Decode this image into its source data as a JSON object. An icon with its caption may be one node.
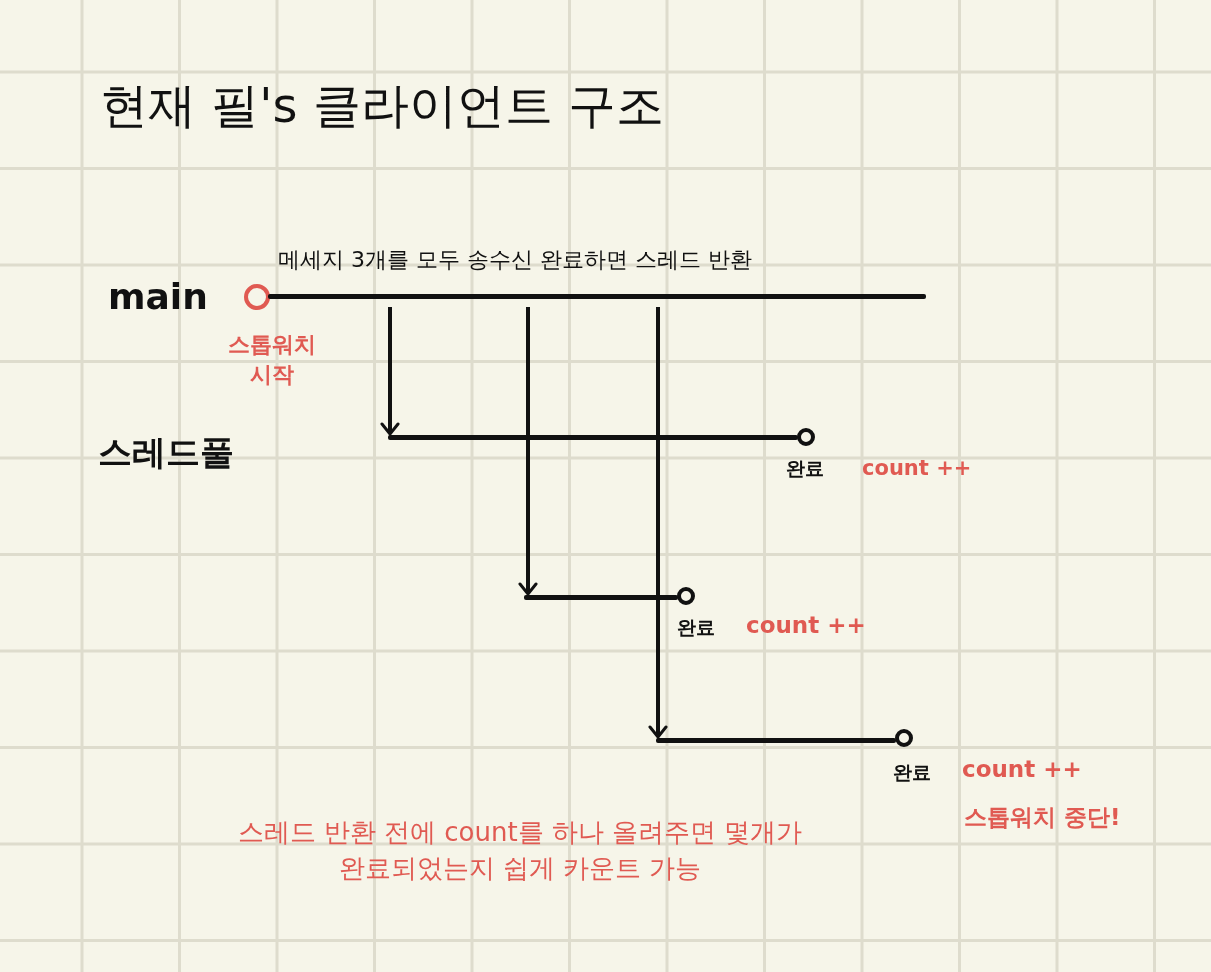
{
  "diagram": {
    "title": "현재 필's 클라이언트 구조",
    "nodes": [
      {
        "text": [
          "main"
        ]
      },
      {
        "text": [],
        "shape": "circle",
        "beside": [
          "스톱워치 시작"
        ]
      },
      {
        "text": [],
        "shape": "bar",
        "beside": [
          "메세지 3개를 모두 송수신 완료하면 스레드 반환"
        ]
      },
      {
        "text": [
          "스레드풀"
        ]
      },
      {
        "text": [],
        "shape": "bar"
      },
      {
        "text": [],
        "shape": "circle",
        "beside": [
          "완료",
          "count ++"
        ]
      },
      {
        "text": [],
        "shape": "bar"
      },
      {
        "text": [],
        "shape": "circle",
        "beside": [
          "완료",
          "count ++"
        ]
      },
      {
        "text": [],
        "shape": "bar"
      },
      {
        "text": [],
        "shape": "circle",
        "beside": [
          "완료",
          "count ++",
          "스톱워치 중단!"
        ]
      }
    ],
    "edges": [
      {
        "from": 2,
        "to": 4,
        "arrow": "to"
      },
      {
        "from": 2,
        "to": 6,
        "arrow": "to"
      },
      {
        "from": 2,
        "to": 8,
        "arrow": "to"
      }
    ],
    "labels": [
      "스레드 반환 전에 count를 하나 올려주면 몇개가 완료되었는지 쉽게 카운트 가능"
    ]
  }
}
